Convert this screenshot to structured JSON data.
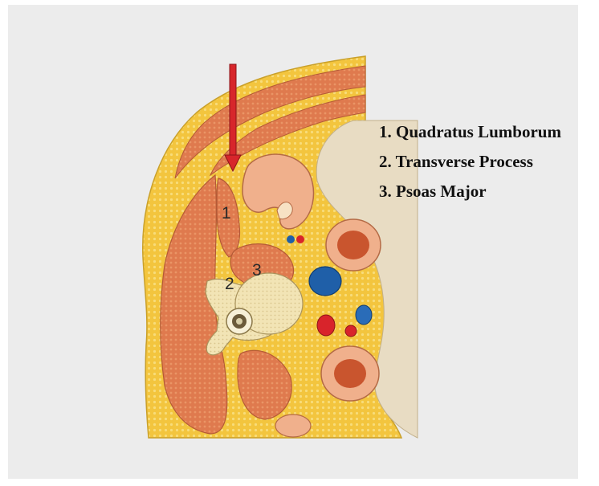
{
  "legend": {
    "items": [
      "1. Quadratus Lumborum",
      "2. Transverse Process",
      "3. Psoas Major"
    ]
  },
  "markers": {
    "one": "1",
    "two": "2",
    "three": "3"
  },
  "colors": {
    "background": "#ececec",
    "fat": "#f2c23a",
    "muscle": "#e07a4f",
    "bone": "#f1e2b0",
    "artery": "#d8242b",
    "vein": "#1f5fa8",
    "arrow": "#d7262b"
  }
}
